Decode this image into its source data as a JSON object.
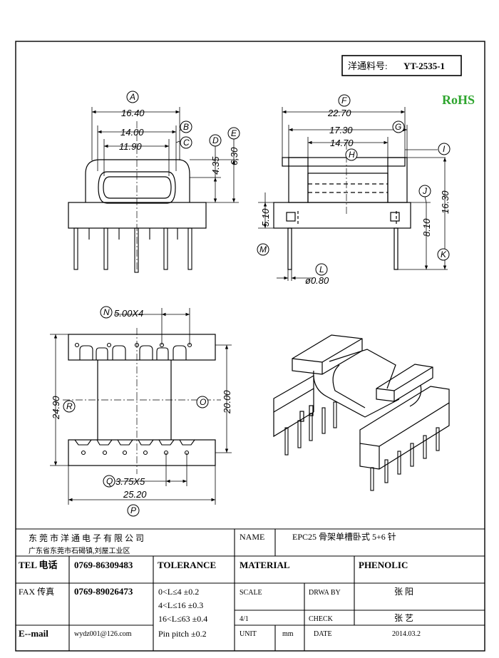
{
  "part_no": {
    "label": "洋通料号:",
    "value": "YT-2535-1"
  },
  "rohs": "RoHS",
  "dimensions": {
    "A": "16.40",
    "B": "14.00",
    "C": "11.90",
    "D": "4.35",
    "E": "6.30",
    "F": "22.70",
    "G": "17.30",
    "H": "14.70",
    "J": "8.10",
    "K": "16.30",
    "M": "5.10",
    "L": "ø0.80",
    "N": "5.00X4",
    "O": "20.00",
    "R": "24.90",
    "Q": "3.75X5",
    "P": "25.20"
  },
  "callouts": [
    "A",
    "B",
    "C",
    "D",
    "E",
    "F",
    "G",
    "H",
    "I",
    "J",
    "K",
    "L",
    "M",
    "N",
    "O",
    "P",
    "Q",
    "R"
  ],
  "title_block": {
    "company": "东 莞 市 洋 通 电 子 有 限 公 司",
    "address": "广东省东莞市石碣镇,刘屋工业区",
    "name_label": "NAME",
    "name_value": "EPC25 骨架单槽卧式 5+6 针",
    "tel_label": "TEL 电话",
    "tel_value": "0769-86309483",
    "tolerance_label": "TOLERANCE",
    "material_label": "MATERIAL",
    "material_value": "PHENOLIC",
    "fax_label": "FAX 传真",
    "fax_value": "0769-89026473",
    "tol_1": "0<L≤4   ±0.2",
    "tol_2": "4<L≤16  ±0.3",
    "tol_3": "16<L≤63  ±0.4",
    "tol_4": "Pin pitch  ±0.2",
    "scale_label": "SCALE",
    "scale_value": "4/1",
    "drawby_label": "DRWA BY",
    "drawby_value": "张  阳",
    "check_label": "CHECK",
    "check_value": "张  艺",
    "email_label": "E--mail",
    "email_value": "wydz001@126.com",
    "unit_label": "UNIT",
    "unit_value": "mm",
    "date_label": "DATE",
    "date_value": "2014.03.2"
  }
}
